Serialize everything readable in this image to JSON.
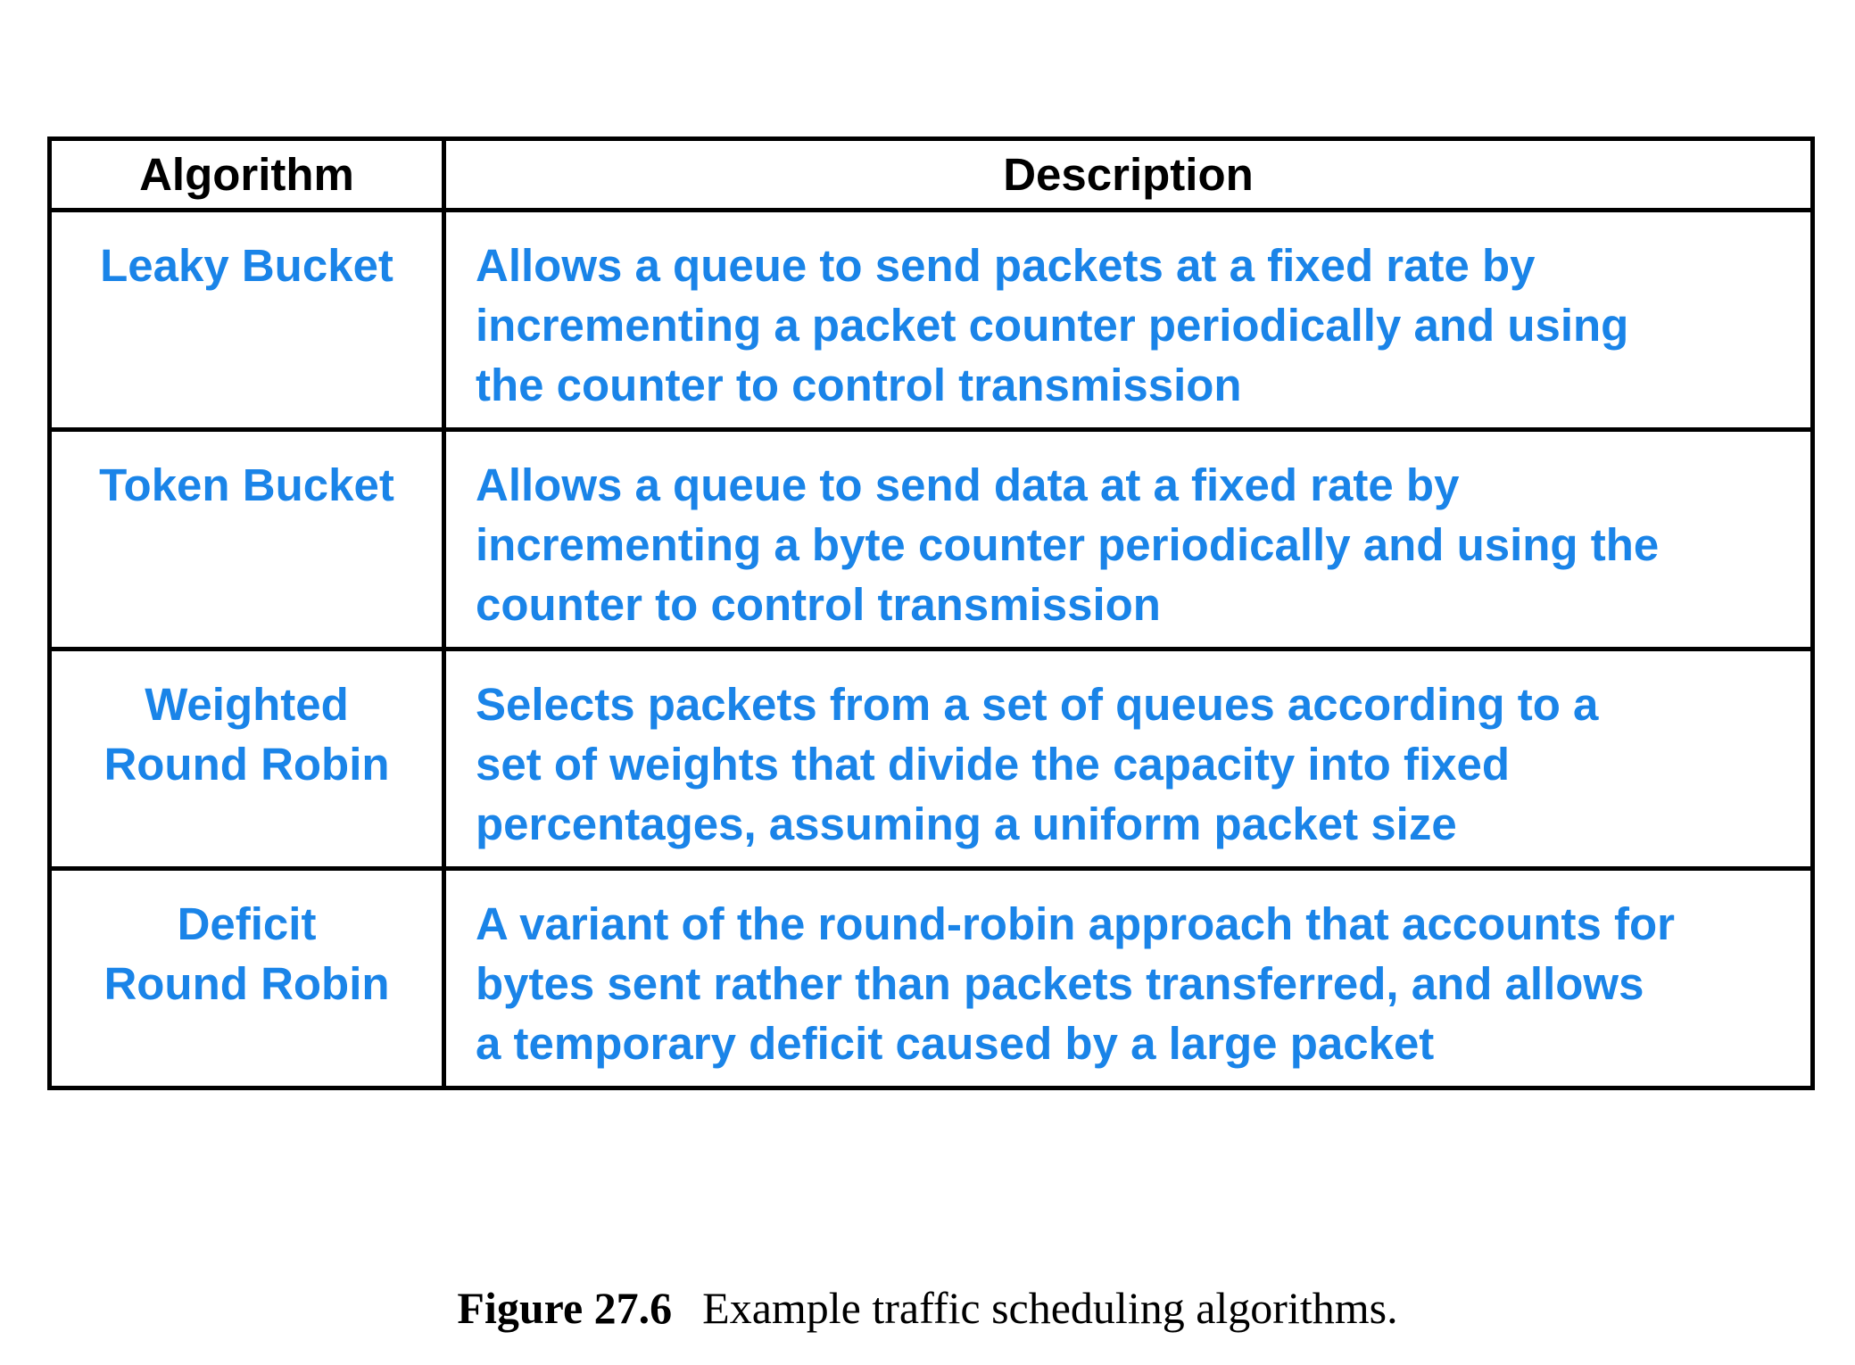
{
  "table": {
    "headers": {
      "algorithm": "Algorithm",
      "description": "Description"
    },
    "rows": [
      {
        "algorithm": "Leaky Bucket",
        "description": "Allows a queue to send packets at a fixed rate by\nincrementing a packet counter periodically and using\nthe counter to control transmission"
      },
      {
        "algorithm": "Token Bucket",
        "description": "Allows a queue to send data at a fixed rate by\nincrementing a byte counter periodically and using the\ncounter to control transmission"
      },
      {
        "algorithm": "Weighted\nRound Robin",
        "description": "Selects packets from a set of queues according to a\nset of weights that divide the capacity into fixed\npercentages, assuming a uniform packet size"
      },
      {
        "algorithm": "Deficit\nRound Robin",
        "description": "A variant of the round-robin approach that accounts for\nbytes sent rather than packets transferred, and allows\na temporary deficit caused by a large packet"
      }
    ]
  },
  "caption": {
    "label": "Figure 27.6",
    "text": "Example traffic scheduling algorithms."
  },
  "colors": {
    "body_text": "#1a84e8",
    "header_text": "#000000",
    "border": "#000000",
    "background": "#ffffff"
  }
}
